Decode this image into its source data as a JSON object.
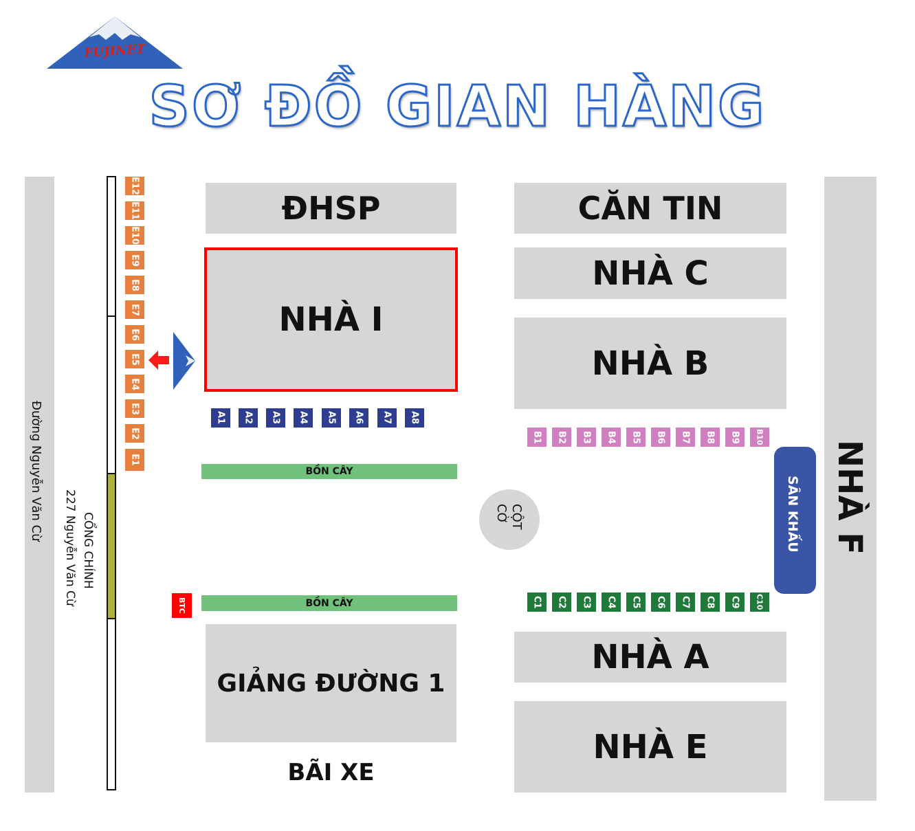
{
  "brand": {
    "name": "FUJINET"
  },
  "title": "SƠ ĐỒ GIAN HÀNG",
  "roads": {
    "left": "Đường Nguyễn Văn Cừ",
    "gate_line1": "CỔNG CHÍNH",
    "gate_line2": "227 Nguyễn Văn Cừ"
  },
  "buildings": {
    "dhsp": "ĐHSP",
    "can_tin": "CĂN TIN",
    "nha_i": "NHÀ I",
    "nha_c": "NHÀ C",
    "nha_b": "NHÀ B",
    "nha_a": "NHÀ A",
    "nha_e": "NHÀ E",
    "giang_duong": "GIẢNG ĐƯỜNG 1",
    "nha_f": "NHÀ F"
  },
  "areas": {
    "bai_xe": "BÃI XE",
    "san_khau": "SÂN KHẤU",
    "cot_co": "CỘT CỜ",
    "planter_top": "BỒN CÂY",
    "planter_bottom": "BỒN CÂY",
    "btc": "BTC"
  },
  "stalls": {
    "E": [
      "E12",
      "E11",
      "E10",
      "E9",
      "E8",
      "E7",
      "E6",
      "E5",
      "E4",
      "E3",
      "E2",
      "E1"
    ],
    "A": [
      "A1",
      "A2",
      "A3",
      "A4",
      "A5",
      "A6",
      "A7",
      "A8"
    ],
    "B": [
      "B1",
      "B2",
      "B3",
      "B4",
      "B5",
      "B6",
      "B7",
      "B8",
      "B9",
      "B10"
    ],
    "C": [
      "C1",
      "C2",
      "C3",
      "C4",
      "C5",
      "C6",
      "C7",
      "C8",
      "C9",
      "C10"
    ]
  },
  "colors": {
    "E": "#e8803d",
    "A": "#2e3d8f",
    "B": "#d07fc0",
    "C": "#1f7a3a",
    "highlight": "#ff0000",
    "stage": "#3b55a6",
    "gate": "#b1b23a",
    "btc": "#ff0000",
    "title_outline": "#2b66c9"
  },
  "highlighted_building": "nha_i"
}
